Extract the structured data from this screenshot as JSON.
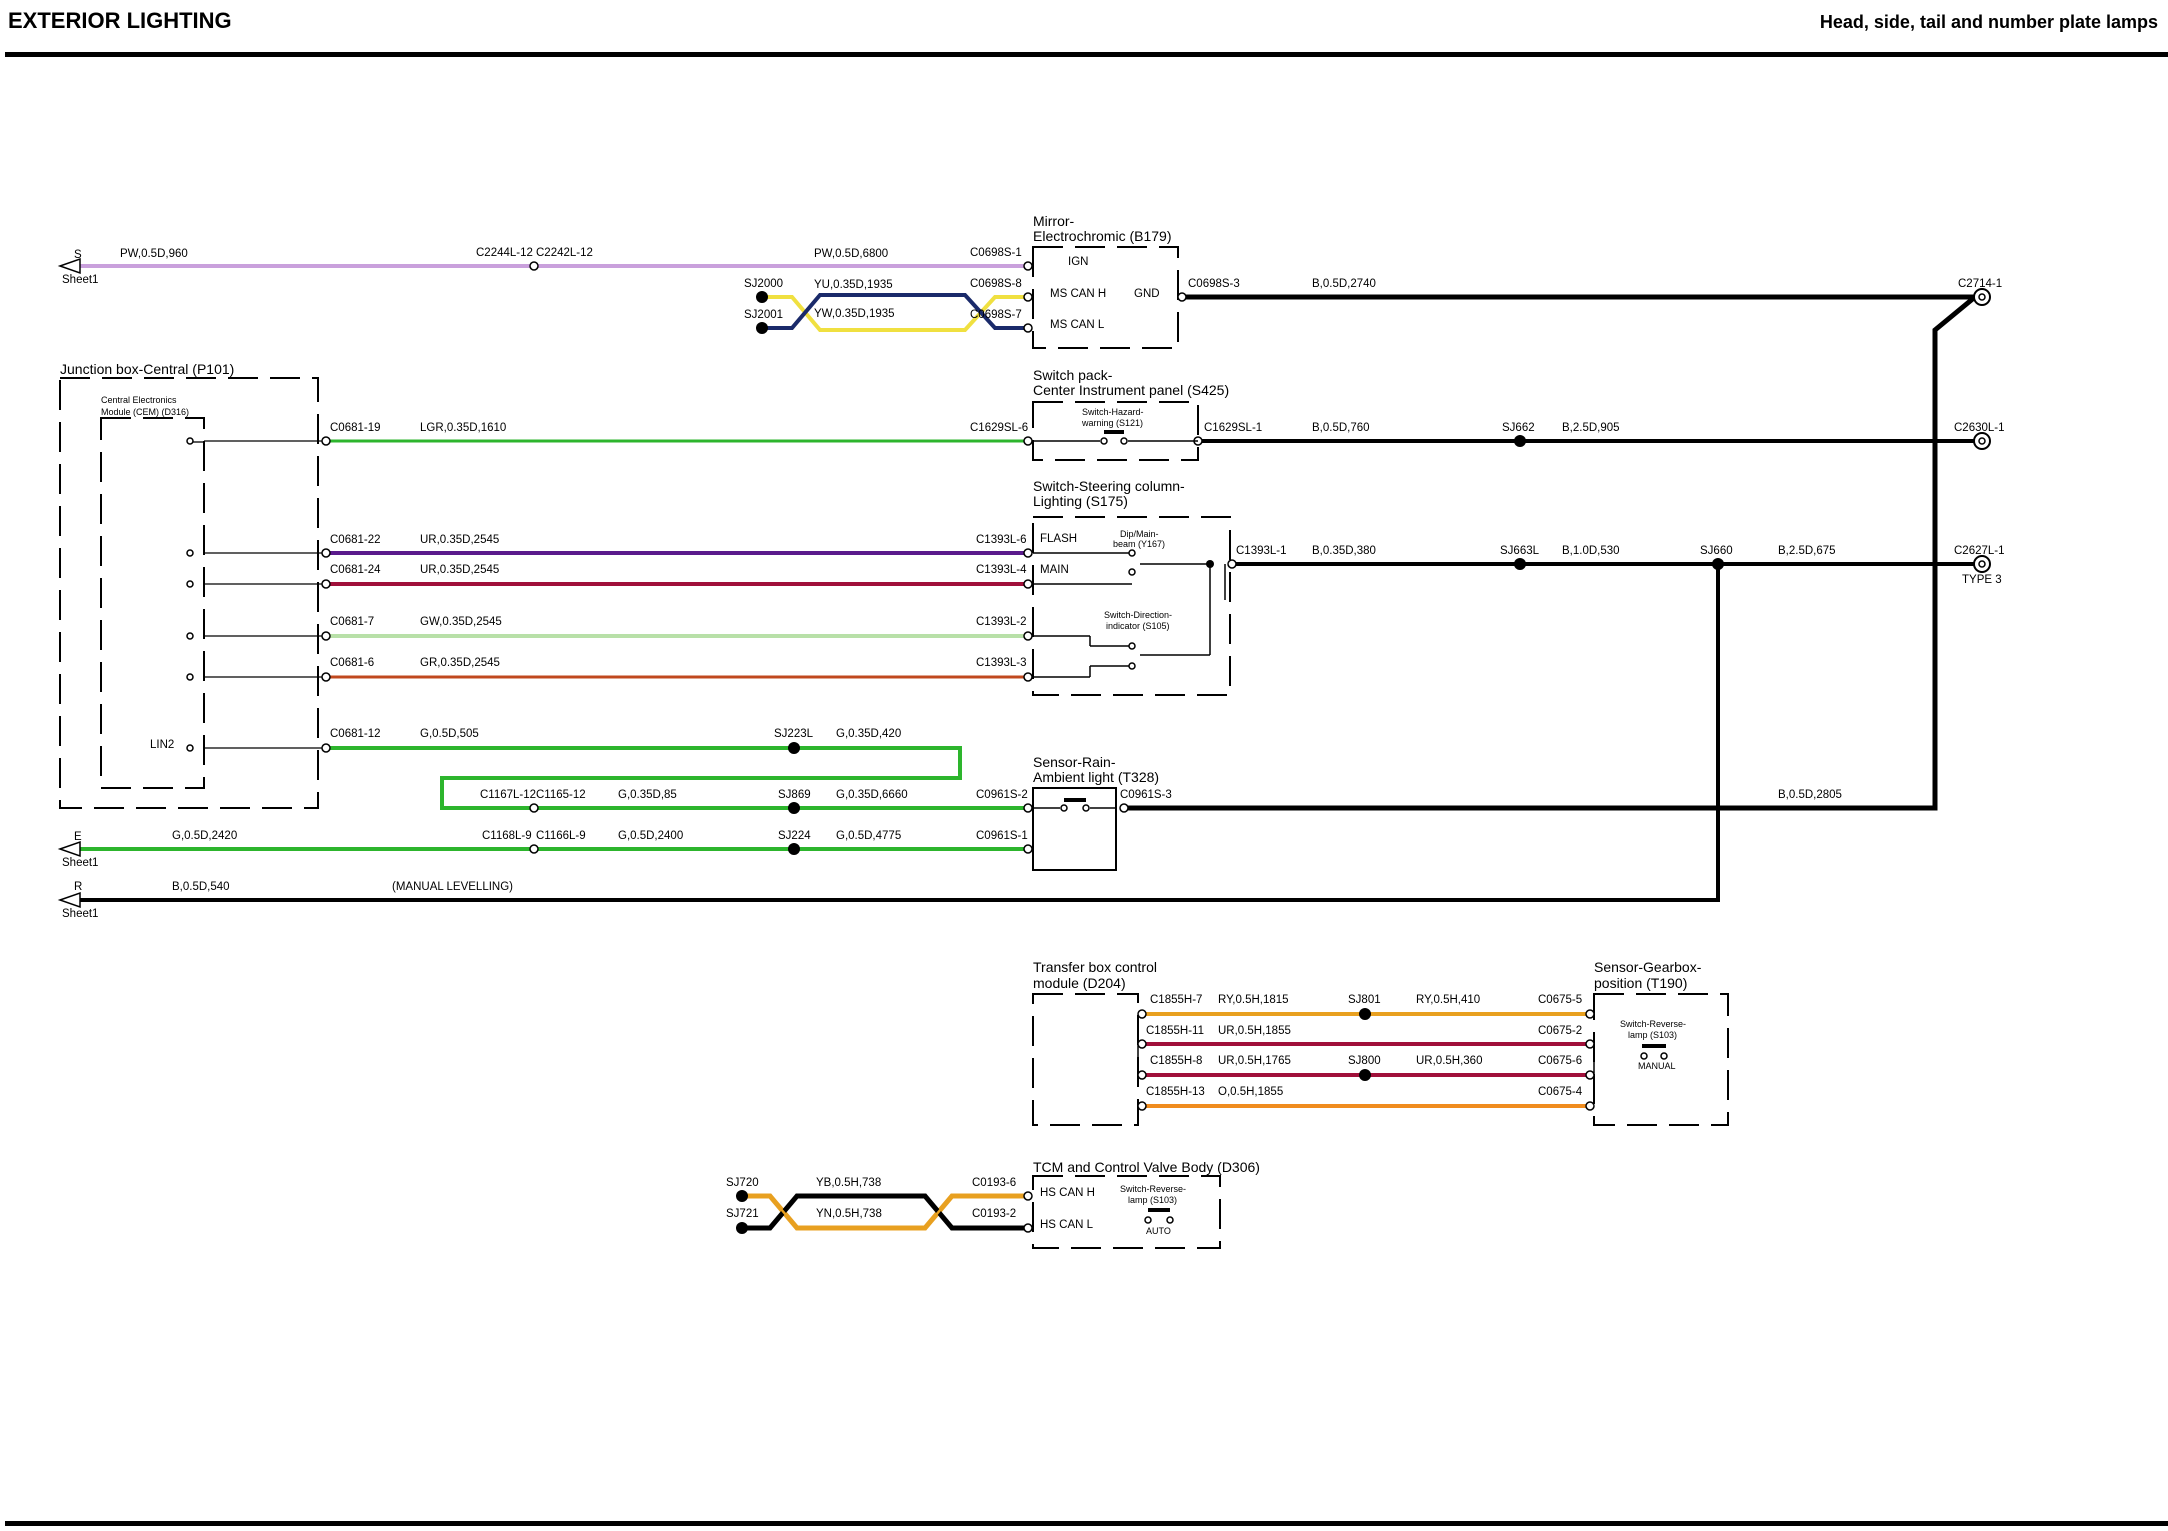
{
  "header": {
    "title_left": "EXTERIOR LIGHTING",
    "title_right": "Head, side, tail and number plate lamps"
  },
  "colors": {
    "purple_wire": "#c9a0dc",
    "green_wire": "#2db52d",
    "black_wire": "#000000",
    "violet_wire": "#5a1a8c",
    "maroon_wire": "#a0103a",
    "light_green_wire": "#b8e0a8",
    "rust_wire": "#c0481e",
    "orange_wire": "#f08c1e",
    "gold_wire": "#e8a020",
    "yellow_wire": "#f0e040",
    "navy_wire": "#1a2a6a"
  },
  "components": {
    "mirror": {
      "title_1": "Mirror-",
      "title_2": "Electrochromic (B179)",
      "pin_ign": "IGN",
      "pin_mscanh": "MS CAN H",
      "pin_mscanl": "MS CAN L",
      "pin_gnd": "GND"
    },
    "junction_box": {
      "title": "Junction box-Central (P101)",
      "cem_1": "Central Electronics",
      "cem_2": "Module (CEM) (D316)",
      "lin2": "LIN2"
    },
    "switch_pack": {
      "title_1": "Switch pack-",
      "title_2": "Center Instrument panel (S425)",
      "sub_1": "Switch-Hazard-",
      "sub_2": "warning (S121)"
    },
    "steering_switch": {
      "title_1": "Switch-Steering column-",
      "title_2": "Lighting (S175)",
      "pin_flash": "FLASH",
      "pin_main": "MAIN",
      "dip_1": "Dip/Main-",
      "dip_2": "beam (Y167)",
      "dir_1": "Switch-Direction-",
      "dir_2": "indicator (S105)"
    },
    "rain_sensor": {
      "title_1": "Sensor-Rain-",
      "title_2": "Ambient light (T328)"
    },
    "transfer_box": {
      "title_1": "Transfer box control",
      "title_2": "module (D204)"
    },
    "gearbox_sensor": {
      "title_1": "Sensor-Gearbox-",
      "title_2": "position (T190)",
      "sub_1": "Switch-Reverse-",
      "sub_2": "lamp (S103)",
      "sub_3": "MANUAL"
    },
    "tcm": {
      "title": "TCM and Control Valve Body (D306)",
      "pin_hscanh": "HS CAN H",
      "pin_hscanl": "HS CAN L",
      "sub_1": "Switch-Reverse-",
      "sub_2": "lamp (S103)",
      "sub_3": "AUTO"
    }
  },
  "offsheet": {
    "s": {
      "letter": "S",
      "ref": "Sheet1"
    },
    "e": {
      "letter": "E",
      "ref": "Sheet1"
    },
    "r": {
      "letter": "R",
      "ref": "Sheet1"
    }
  },
  "wire_labels": {
    "pw_960": "PW,0.5D,960",
    "pw_6800": "PW,0.5D,6800",
    "yu_1935": "YU,0.35D,1935",
    "yw_1935": "YW,0.35D,1935",
    "b_2740": "B,0.5D,2740",
    "lgr_1610": "LGR,0.35D,1610",
    "b_760": "B,0.5D,760",
    "b_905": "B,2.5D,905",
    "ur_2545a": "UR,0.35D,2545",
    "ur_2545b": "UR,0.35D,2545",
    "b_380": "B,0.35D,380",
    "b_530": "B,1.0D,530",
    "b_675": "B,2.5D,675",
    "gw_2545": "GW,0.35D,2545",
    "gr_2545": "GR,0.35D,2545",
    "g_505": "G,0.5D,505",
    "g_420": "G,0.35D,420",
    "g_85": "G,0.35D,85",
    "g_6660": "G,0.35D,6660",
    "b_2805": "B,0.5D,2805",
    "g_2420": "G,0.5D,2420",
    "g_2400": "G,0.5D,2400",
    "g_4775": "G,0.5D,4775",
    "b_540": "B,0.5D,540",
    "manual_lev": "(MANUAL LEVELLING)",
    "ry_1815": "RY,0.5H,1815",
    "ry_410": "RY,0.5H,410",
    "ur_1855": "UR,0.5H,1855",
    "ur_1765": "UR,0.5H,1765",
    "ur_360": "UR,0.5H,360",
    "o_1855": "O,0.5H,1855",
    "yb_738": "YB,0.5H,738",
    "yn_738": "YN,0.5H,738"
  },
  "connectors": {
    "c2244l_12": "C2244L-12",
    "c2242l_12": "C2242L-12",
    "c0698s_1": "C0698S-1",
    "c0698s_8": "C0698S-8",
    "c0698s_7": "C0698S-7",
    "c0698s_3": "C0698S-3",
    "c2714_1": "C2714-1",
    "c0681_19": "C0681-19",
    "c1629sl_6": "C1629SL-6",
    "c1629sl_1": "C1629SL-1",
    "c2630l_1": "C2630L-1",
    "c0681_22": "C0681-22",
    "c0681_24": "C0681-24",
    "c1393l_6": "C1393L-6",
    "c1393l_4": "C1393L-4",
    "c1393l_1": "C1393L-1",
    "c2627l_1": "C2627L-1",
    "type3": "TYPE 3",
    "c0681_7": "C0681-7",
    "c0681_6": "C0681-6",
    "c1393l_2": "C1393L-2",
    "c1393l_3": "C1393L-3",
    "c0681_12": "C0681-12",
    "c1167l_12": "C1167L-12",
    "c1165_12": "C1165-12",
    "c0961s_2": "C0961S-2",
    "c0961s_3": "C0961S-3",
    "c1168l_9": "C1168L-9",
    "c1166l_9": "C1166L-9",
    "c0961s_1": "C0961S-1",
    "c1855h_7": "C1855H-7",
    "c1855h_11": "C1855H-11",
    "c1855h_8": "C1855H-8",
    "c1855h_13": "C1855H-13",
    "c0675_5": "C0675-5",
    "c0675_2": "C0675-2",
    "c0675_6": "C0675-6",
    "c0675_4": "C0675-4",
    "c0193_6": "C0193-6",
    "c0193_2": "C0193-2"
  },
  "splices": {
    "sj2000": "SJ2000",
    "sj2001": "SJ2001",
    "sj662": "SJ662",
    "sj663l": "SJ663L",
    "sj660": "SJ660",
    "sj223l": "SJ223L",
    "sj869": "SJ869",
    "sj224": "SJ224",
    "sj801": "SJ801",
    "sj800": "SJ800",
    "sj720": "SJ720",
    "sj721": "SJ721"
  }
}
